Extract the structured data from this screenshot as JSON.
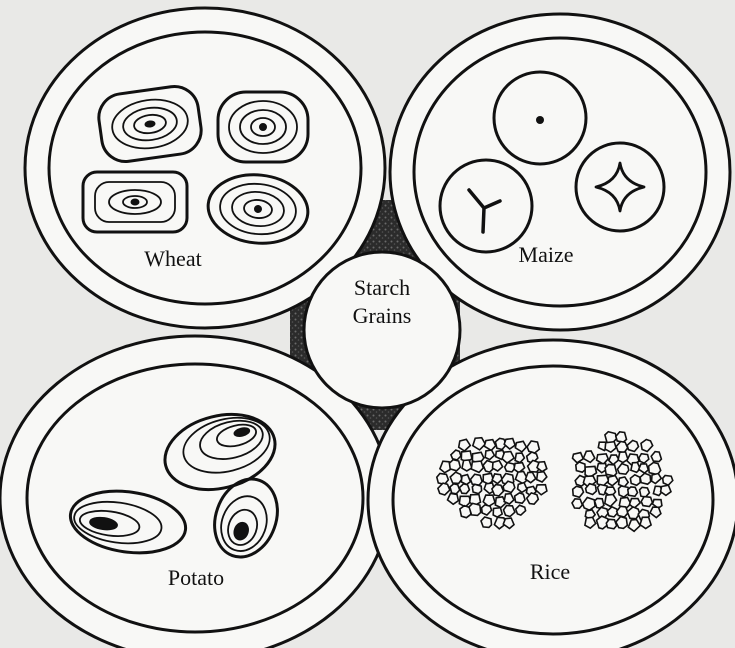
{
  "colors": {
    "ink": "#111111",
    "paper": "#f8f8f6",
    "background": "#e9e9e7",
    "shadow": "#2b2b2b"
  },
  "center": {
    "line1": "Starch",
    "line2": "Grains"
  },
  "panels": [
    {
      "id": "wheat",
      "label": "Wheat"
    },
    {
      "id": "maize",
      "label": "Maize"
    },
    {
      "id": "potato",
      "label": "Potato"
    },
    {
      "id": "rice",
      "label": "Rice"
    }
  ]
}
